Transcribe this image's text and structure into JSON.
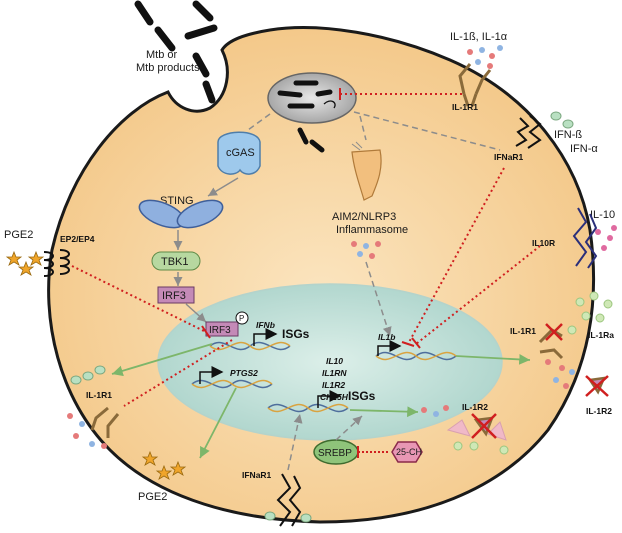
{
  "labels": {
    "mtb": [
      "Mtb or",
      "Mtb products"
    ],
    "il1b_il1a": "IL-1ß, IL-1α",
    "il1r1_top": "IL-1R1",
    "ifnb": "IFN-ß",
    "ifna": "IFN-α",
    "ifnar1_top": "IFNaR1",
    "cgas": "cGAS",
    "sting": "STING",
    "tbk1": "TBK1",
    "irf3": "IRF3",
    "irf3_nuc": "IRF3",
    "phospho": "P",
    "ifnb_gene": "IFNb",
    "isgs_1": "ISGs",
    "isgs_2": "ISGs",
    "ptgs2": "PTGS2",
    "il1b_gene": "IL1b",
    "genes_list": [
      "IL10",
      "IL1RN",
      "IL1R2",
      "CH25H"
    ],
    "aim2": [
      "AIM2/NLRP3",
      "Inflammasome"
    ],
    "pge2_top": "PGE2",
    "ep2ep4": "EP2/EP4",
    "il10": "IL-10",
    "il10r": "IL10R",
    "il1r1_right": "IL-1R1",
    "il1ra": "IL-1Ra",
    "il1r2_out": "IL-1R2",
    "il1r2_in": "IL-1R2",
    "il1r1_left": "IL-1R1",
    "pge2_bottom": "PGE2",
    "ifnar1_bottom": "IFNaR1",
    "srebp": "SREBP",
    "ch25": "25-CH"
  },
  "colors": {
    "cell_fill": "#f7d7a3",
    "cell_edge": "#1a1a1a",
    "nucleus_fill": "#c9e3dd",
    "inhibit_red": "#d01f1f",
    "activate_green": "#7db66a",
    "arrow_gray": "#8c8c8c",
    "cgas_blue": "#9ec9ec",
    "sting_blue": "#7f9fd0",
    "tbk1_green": "#b7d8a0",
    "irf3_pink": "#c48ab7",
    "srebp_green": "#8fc47a",
    "ch25_pink": "#e897b4",
    "aim2_tan": "#f2bf7e",
    "il10r_navy": "#2b2f7a",
    "pge2_star": "#f0a52a"
  },
  "icons": [
    "mtb-bacillus-icon",
    "phagosome-icon",
    "cgas-icon",
    "sting-icon",
    "aim2-nlrp3-icon",
    "pge2-star-icon",
    "dna-helix-icon",
    "receptor-icon",
    "cytokine-dot-icon",
    "blocked-x-icon",
    "phospho-p-icon"
  ]
}
